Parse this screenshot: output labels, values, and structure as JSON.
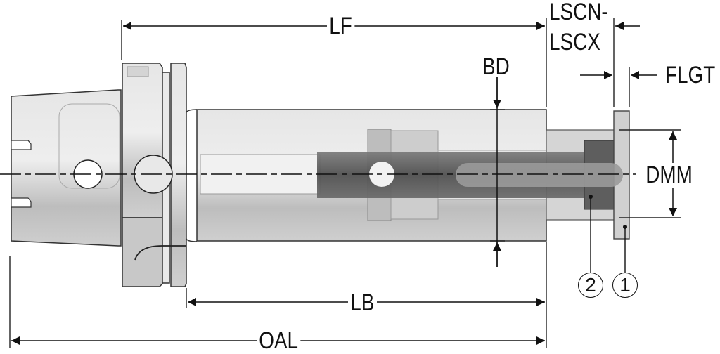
{
  "title": "Shrink-fit / hydraulic tool holder extension dimension drawing",
  "dimensions": {
    "lf": "LF",
    "lscn_lscx_line1": "LSCN-",
    "lscn_lscx_line2": "LSCX",
    "flgt": "FLGT",
    "bd": "BD",
    "dmm": "DMM",
    "lb": "LB",
    "oal": "OAL"
  },
  "callouts": [
    {
      "id": "2",
      "label": "②"
    },
    {
      "id": "1",
      "label": "①"
    }
  ],
  "colors": {
    "line": "#111111",
    "body_light": "#d9d9d9",
    "body_mid": "#bfbfbf",
    "core_dark": "#555555",
    "background": "#ffffff"
  }
}
